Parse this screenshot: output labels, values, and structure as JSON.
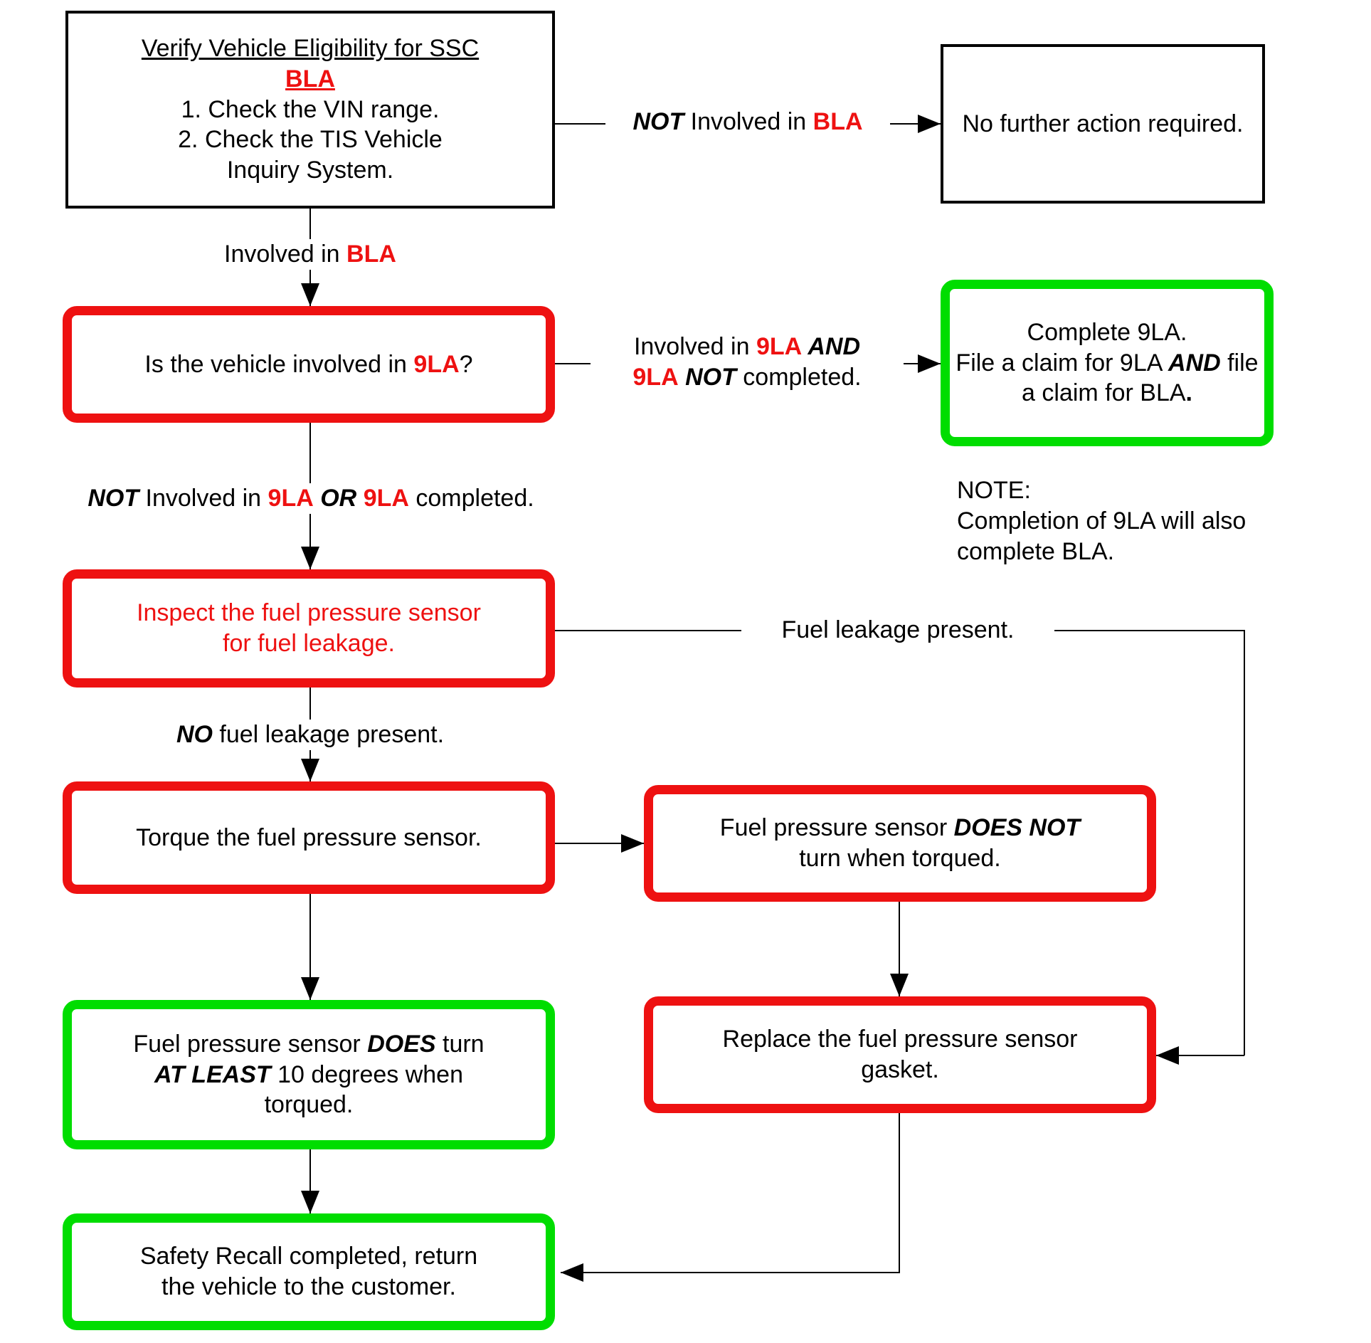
{
  "colors": {
    "red": "#ee1111",
    "green": "#00dd00",
    "line": "#000000",
    "background": "#ffffff"
  },
  "nodes": {
    "verify": {
      "title": "Verify Vehicle Eligibility for SSC",
      "code": "BLA",
      "step1": "1. Check the VIN range.",
      "step2_line1": "2. Check the TIS Vehicle",
      "step2_line2": "Inquiry System."
    },
    "no_action": {
      "text": "No further action required."
    },
    "q9la": {
      "pre": "Is the vehicle involved in ",
      "code": "9LA",
      "post": "?"
    },
    "complete_9la": {
      "line1": "Complete 9LA.",
      "line2_pre": "File a claim for 9LA ",
      "line2_em": "AND",
      "line2_post": " file",
      "line3": "a claim for BLA",
      "line3_period": "."
    },
    "inspect": {
      "line1": "Inspect the fuel pressure sensor",
      "line2": "for fuel leakage."
    },
    "torque": {
      "text": "Torque the fuel pressure sensor."
    },
    "does_not_turn": {
      "line1_pre": "Fuel pressure sensor ",
      "line1_em": "DOES NOT",
      "line2": "turn when torqued."
    },
    "replace_gasket": {
      "line1": "Replace the fuel pressure sensor",
      "line2": "gasket."
    },
    "does_turn": {
      "line1_pre": "Fuel pressure sensor ",
      "line1_em": "DOES",
      "line1_post": " turn",
      "line2_em": "AT LEAST",
      "line2_post": " 10 degrees when",
      "line3": "torqued."
    },
    "safety_recall": {
      "line1": "Safety Recall completed, return",
      "line2": "the vehicle to the customer."
    }
  },
  "labels": {
    "not_involved_bla": {
      "em": "NOT",
      "mid": " Involved in ",
      "code": "BLA"
    },
    "involved_bla": {
      "pre": "Involved in ",
      "code": "BLA"
    },
    "involved_9la": {
      "l1_pre": "Involved in ",
      "l1_code": "9LA",
      "l1_em": " AND",
      "l2_code": "9LA",
      "l2_em": " NOT",
      "l2_post": " completed."
    },
    "not_involved_9la": {
      "em1": "NOT",
      "mid1": " Involved in ",
      "code1": "9LA",
      "em2": " OR ",
      "code2": "9LA",
      "post": " completed."
    },
    "fuel_leak": {
      "text": "Fuel leakage present."
    },
    "no_fuel_leak": {
      "em": "NO",
      "post": " fuel leakage present."
    }
  },
  "note": {
    "line1": "NOTE:",
    "line2": "Completion of 9LA will also",
    "line3": "complete BLA."
  }
}
